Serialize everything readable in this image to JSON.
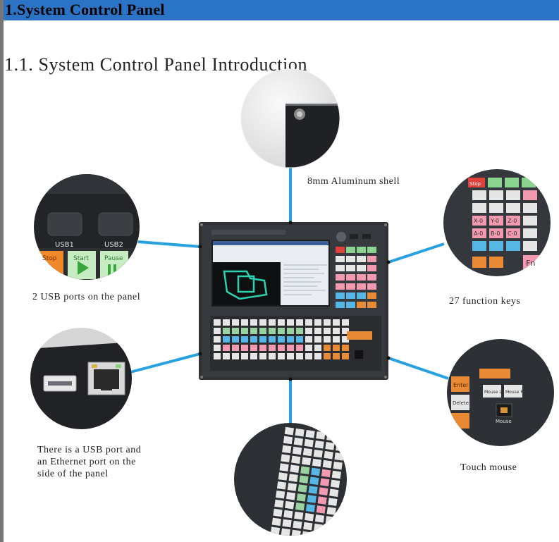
{
  "section_title": "1.System Control Panel",
  "subsection_title": "1.1. System Control Panel Introduction",
  "captions": {
    "aluminum_shell": "8mm Aluminum shell",
    "usb_ports": "2 USB ports on the panel",
    "function_keys": "27 function keys",
    "side_ports_line1": "There is a USB port and",
    "side_ports_line2": "an Ethernet port on the",
    "side_ports_line3": "side of the panel",
    "touch_mouse": "Touch mouse"
  },
  "usb_closeup": {
    "usb1_label": "USB1",
    "usb2_label": "USB2",
    "stop_label": "Stop",
    "start_label": "Start",
    "pause_label": "Pause"
  },
  "keypad_closeup": {
    "stop_label": "Stop",
    "fn_label": "Fn",
    "row_labels": [
      "X-0",
      "Y-0",
      "Z-0",
      "A-0",
      "B-0",
      "C-0"
    ]
  },
  "mouse_closeup": {
    "enter_label": "Enter",
    "delete_label": "Delete",
    "mouse_l": "Mouse L",
    "mouse_r": "Mouse R",
    "mouse_label": "Mouse"
  },
  "colors": {
    "header": "#2b73c4",
    "connector": "#27a1df",
    "panel_body": "#2f3134",
    "screen": "#1c1f22"
  }
}
